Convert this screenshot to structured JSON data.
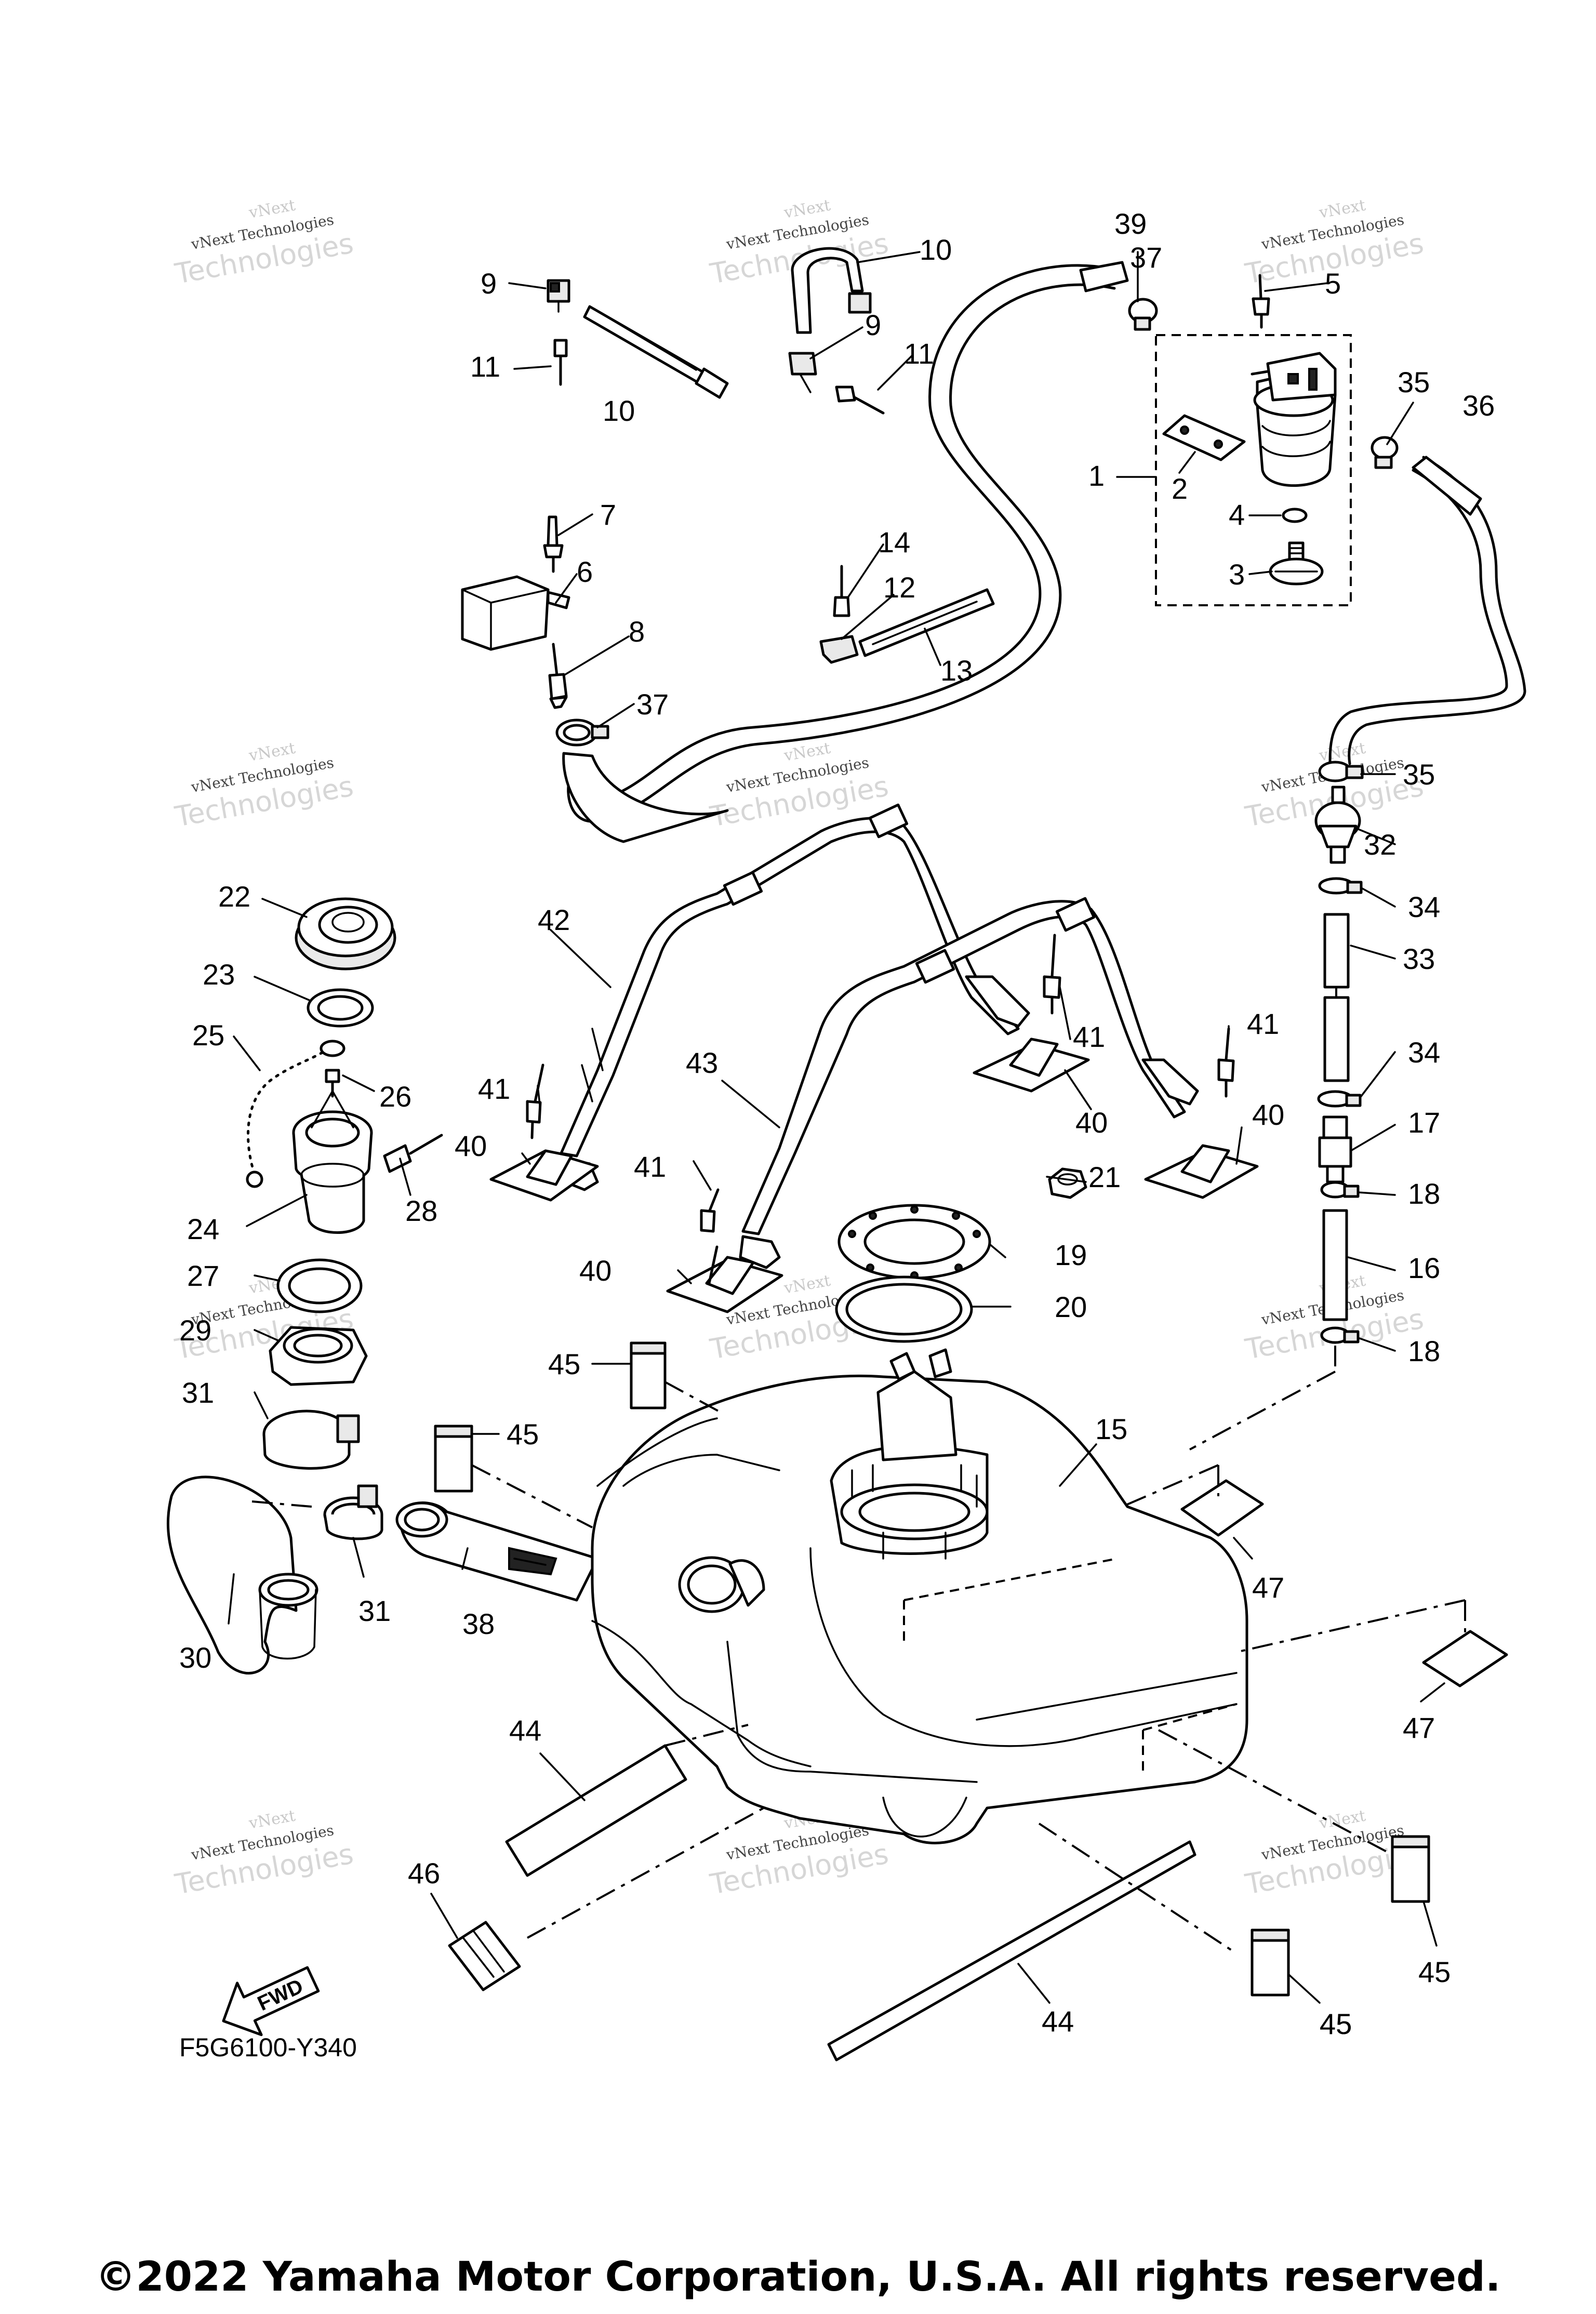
{
  "diagram": {
    "code": "F5G6100-Y340",
    "fwd_label": "FWD",
    "copyright": "©2022 Yamaha Motor Corporation, U.S.A. All rights reserved.",
    "watermark": {
      "line1": "vNext",
      "line2": "vNext Technologies",
      "line3": "Technologies"
    },
    "callouts": [
      "1",
      "2",
      "3",
      "4",
      "5",
      "6",
      "7",
      "8",
      "9",
      "9",
      "10",
      "10",
      "11",
      "11",
      "12",
      "13",
      "14",
      "15",
      "16",
      "17",
      "18",
      "18",
      "19",
      "20",
      "21",
      "22",
      "23",
      "24",
      "25",
      "26",
      "27",
      "28",
      "29",
      "30",
      "31",
      "31",
      "32",
      "33",
      "34",
      "34",
      "35",
      "35",
      "36",
      "37",
      "37",
      "38",
      "39",
      "40",
      "40",
      "40",
      "40",
      "41",
      "41",
      "41",
      "41",
      "42",
      "43",
      "44",
      "44",
      "45",
      "45",
      "45",
      "45",
      "45",
      "46",
      "47",
      "47"
    ]
  }
}
